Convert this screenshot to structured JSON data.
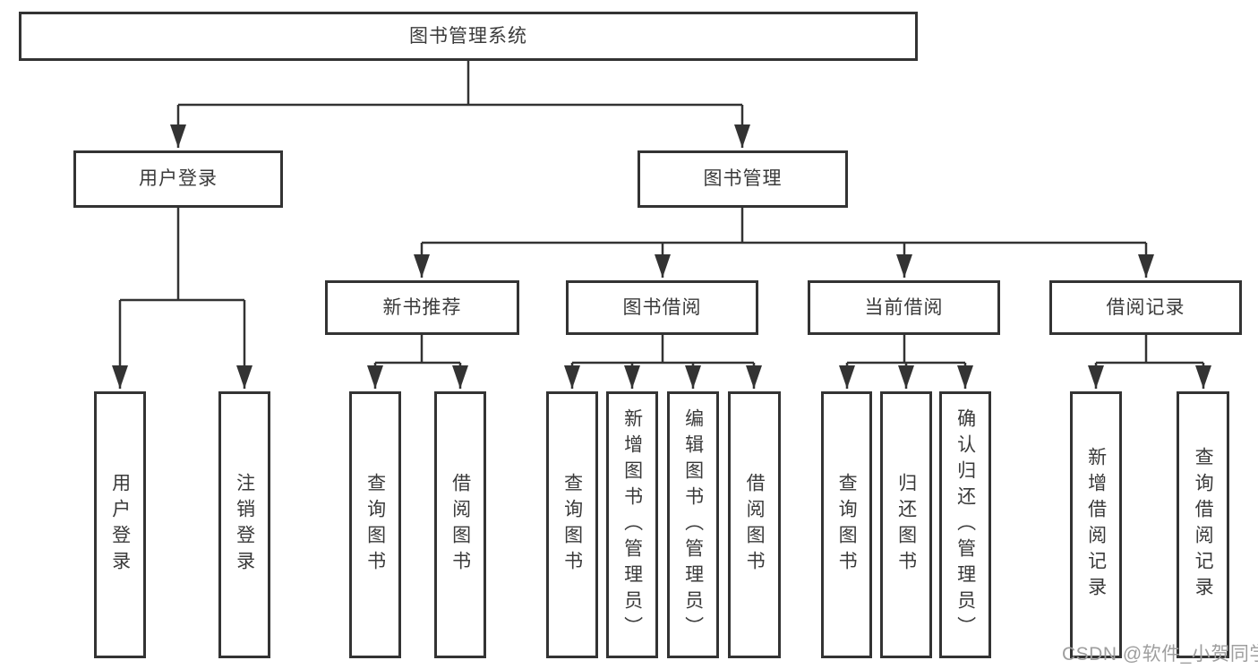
{
  "diagram": {
    "line_color": "#333333",
    "text_color": "#3a3a3a",
    "background": "#ffffff",
    "nodes": {
      "root": "图书管理系统",
      "user_login": "用户登录",
      "book_mgmt": "图书管理",
      "new_books": "新书推荐",
      "book_borrow": "图书借阅",
      "current_borrow": "当前借阅",
      "borrow_records": "借阅记录",
      "leaf_user_login": "用户登录",
      "leaf_logout": "注销登录",
      "leaf_nb_query": "查询图书",
      "leaf_nb_borrow": "借阅图书",
      "leaf_bb_query": "查询图书",
      "leaf_bb_add": "新增图书（管理员）",
      "leaf_bb_edit": "编辑图书（管理员）",
      "leaf_bb_borrow": "借阅图书",
      "leaf_cb_query": "查询图书",
      "leaf_cb_return": "归还图书",
      "leaf_cb_confirm": "确认归还（管理员）",
      "leaf_br_add": "新增借阅记录",
      "leaf_br_query": "查询借阅记录"
    },
    "hierarchy": {
      "图书管理系统": {
        "用户登录": [
          "用户登录",
          "注销登录"
        ],
        "图书管理": {
          "新书推荐": [
            "查询图书",
            "借阅图书"
          ],
          "图书借阅": [
            "查询图书",
            "新增图书（管理员）",
            "编辑图书（管理员）",
            "借阅图书"
          ],
          "当前借阅": [
            "查询图书",
            "归还图书",
            "确认归还（管理员）"
          ],
          "借阅记录": [
            "新增借阅记录",
            "查询借阅记录"
          ]
        }
      }
    }
  },
  "watermark": {
    "text": "CSDN @软件_小贺同学",
    "color": "#9e9e9e"
  }
}
